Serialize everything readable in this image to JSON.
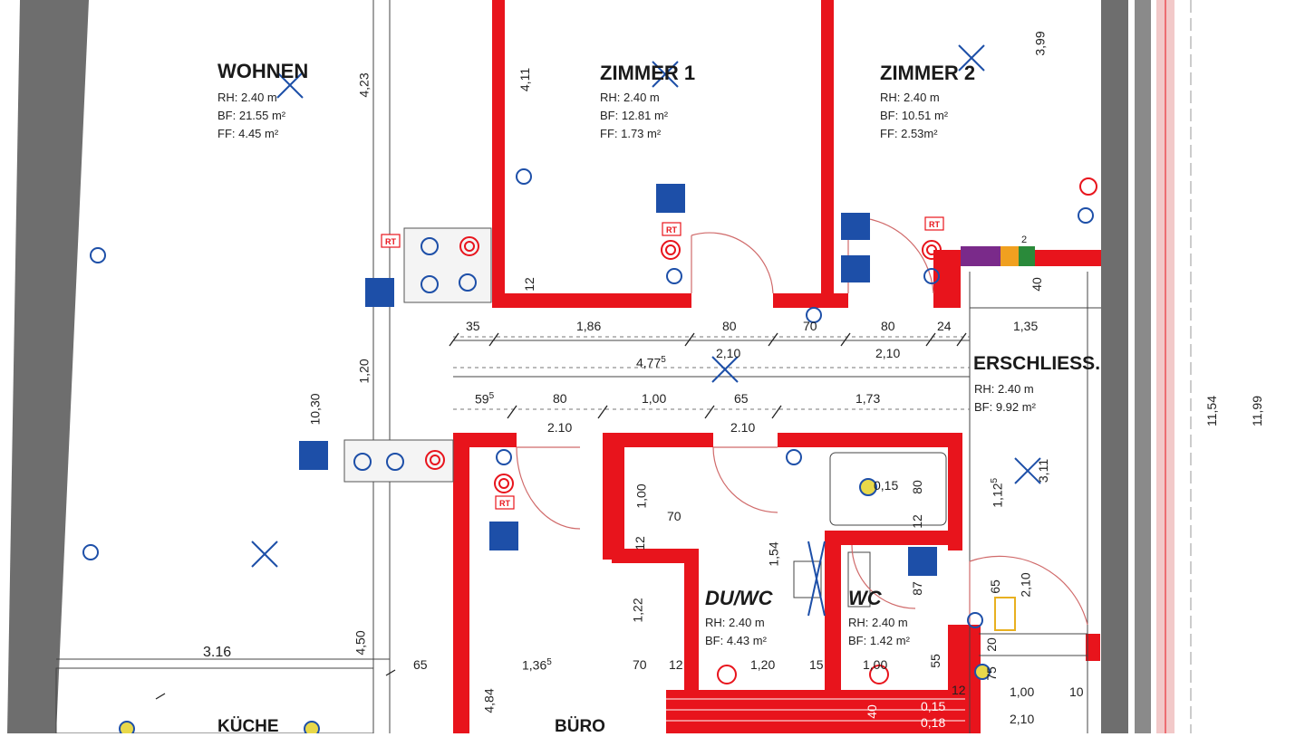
{
  "colors": {
    "wall_red": "#e8141c",
    "wall_grey": "#6e6e6e",
    "symbol_blue": "#1d4fa8",
    "dim_line": "#333333"
  },
  "rooms": {
    "wohnen": {
      "name": "WOHNEN",
      "rh": "RH: 2.40 m",
      "bf": "BF: 21.55 m²",
      "ff": "FF: 4.45 m²"
    },
    "zimmer1": {
      "name": "ZIMMER 1",
      "rh": "RH: 2.40 m",
      "bf": "BF: 12.81 m²",
      "ff": "FF: 1.73 m²"
    },
    "zimmer2": {
      "name": "ZIMMER 2",
      "rh": "RH: 2.40 m",
      "bf": "BF: 10.51 m²",
      "ff": "FF: 2.53m²"
    },
    "erschliess": {
      "name": "ERSCHLIESS.",
      "rh": "RH: 2.40 m",
      "bf": "BF: 9.92 m²"
    },
    "duwc": {
      "name": "DU/WC",
      "rh": "RH: 2.40 m",
      "bf": "BF: 4.43 m²"
    },
    "wc": {
      "name": "WC",
      "rh": "RH: 2.40 m",
      "bf": "BF: 1.42 m²"
    },
    "kueche": {
      "name": "KÜCHE"
    },
    "buero": {
      "name": "BÜRO"
    }
  },
  "dimensions": {
    "h1": [
      "35",
      "1,86",
      "80",
      "70",
      "80",
      "24",
      "1,35"
    ],
    "total_4775": "4,77",
    "total_4775_sup": "5",
    "door_2_10_a": "2,10",
    "door_2_10_b": "2,10",
    "h2_595": "59",
    "h2_595_sup": "5",
    "h2": [
      "80",
      "1,00",
      "65",
      "1,73"
    ],
    "door_row": [
      "2.10",
      "2.10"
    ],
    "v_423": "4,23",
    "v_411": "4,11",
    "v_399": "3,99",
    "v_120": "1,20",
    "v_1030": "10,30",
    "v_40": "40",
    "v_12a": "12",
    "v_1154": "11,54",
    "v_1199": "11,99",
    "v_311": "3,11",
    "v_1125": "1,12",
    "v_1125_sup": "5",
    "v_100": "1,00",
    "v_12b": "12",
    "v_122": "1,22",
    "v_154": "1,54",
    "v_80b": "80",
    "v_12c": "12",
    "v_87": "87",
    "v_65": "65",
    "v_210": "2,10",
    "v_20": "20",
    "v_75": "75",
    "v_450": "4,50",
    "v_484": "4,84",
    "v_55": "55",
    "lbl_70a": "70",
    "lbl_015": "0,15",
    "lbl_316": "3.16",
    "lbl_65": "65",
    "lbl_1365": "1,36",
    "lbl_1365_sup": "5",
    "lbl_70b": "70",
    "lbl_12": "12",
    "lbl_120": "1,20",
    "lbl_15": "15",
    "lbl_100": "1,00",
    "lbl_12d": "12",
    "lbl_100b": "1,00",
    "lbl_10": "10",
    "lbl_015b": "0,15",
    "lbl_018": "0,18",
    "lbl_40": "40",
    "lbl_210": "2,10"
  },
  "symbols": {
    "rt_label": "RT",
    "number_2": "2"
  }
}
